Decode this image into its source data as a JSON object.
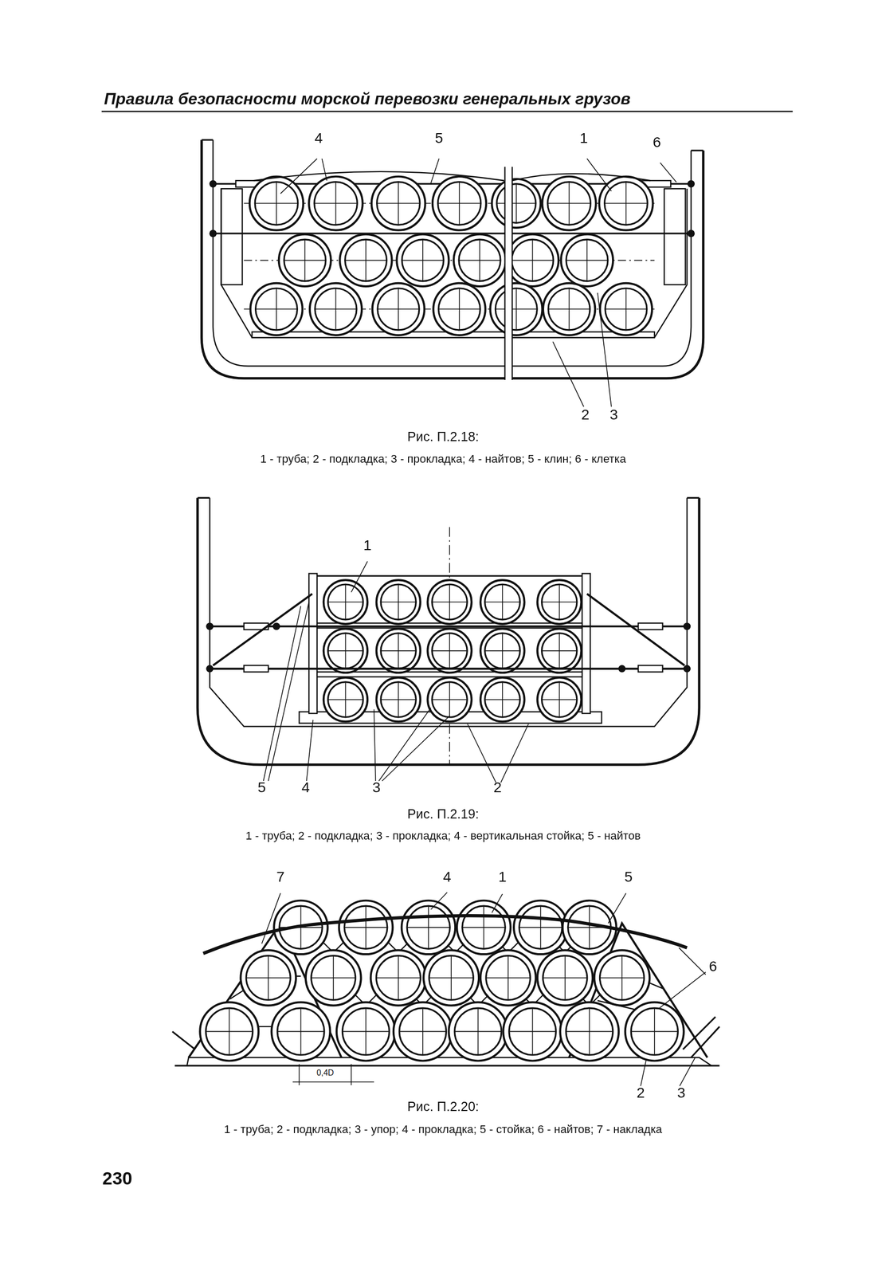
{
  "diagram": {
    "title": "Правила безопасности морской перевозки генеральных грузов",
    "labels": [
      "4",
      "5",
      "1",
      "6",
      "2",
      "3",
      "Рис. П.2.18:",
      "1 - труба; 2 - подкладка; 3 - прокладка; 4 - найтов; 5 - клин; 6 - клетка",
      "1",
      "5",
      "4",
      "3",
      "2",
      "Рис. П.2.19:",
      "1 - труба; 2 - подкладка; 3 - прокладка; 4 - вертикальная стойка; 5 - найтов",
      "7",
      "4",
      "1",
      "5",
      "6",
      "0,4D",
      "2",
      "3",
      "Рис. П.2.20:",
      "1 - труба; 2 - подкладка; 3 - упор; 4 - прокладка; 5 - стойка; 6 - найтов; 7 - накладка",
      "230"
    ]
  }
}
